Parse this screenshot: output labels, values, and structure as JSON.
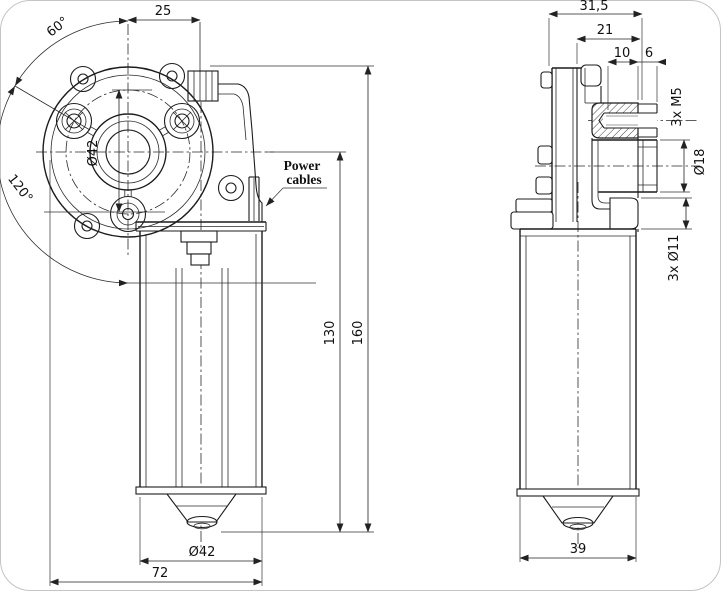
{
  "front_view": {
    "dim_axis_offset": "25",
    "dim_angle_60": "60°",
    "dim_bolt_circle": "Ø42",
    "dim_angle_120": "120°",
    "callout_power_line1": "Power",
    "callout_power_line2": "cables",
    "dim_axis_to_end": "130",
    "dim_overall_length": "160",
    "dim_motor_diameter": "Ø42",
    "dim_overall_width": "72"
  },
  "side_view": {
    "dim_overall_depth": "31,5",
    "dim_gearbox_depth": "21",
    "dim_thread_depth": "10",
    "dim_boss_protrusion": "6",
    "dim_mounting_thread": "3x M5",
    "dim_shaft_diameter": "Ø18",
    "dim_boss_diameter": "3x Ø11",
    "dim_motor_body_width": "39"
  }
}
